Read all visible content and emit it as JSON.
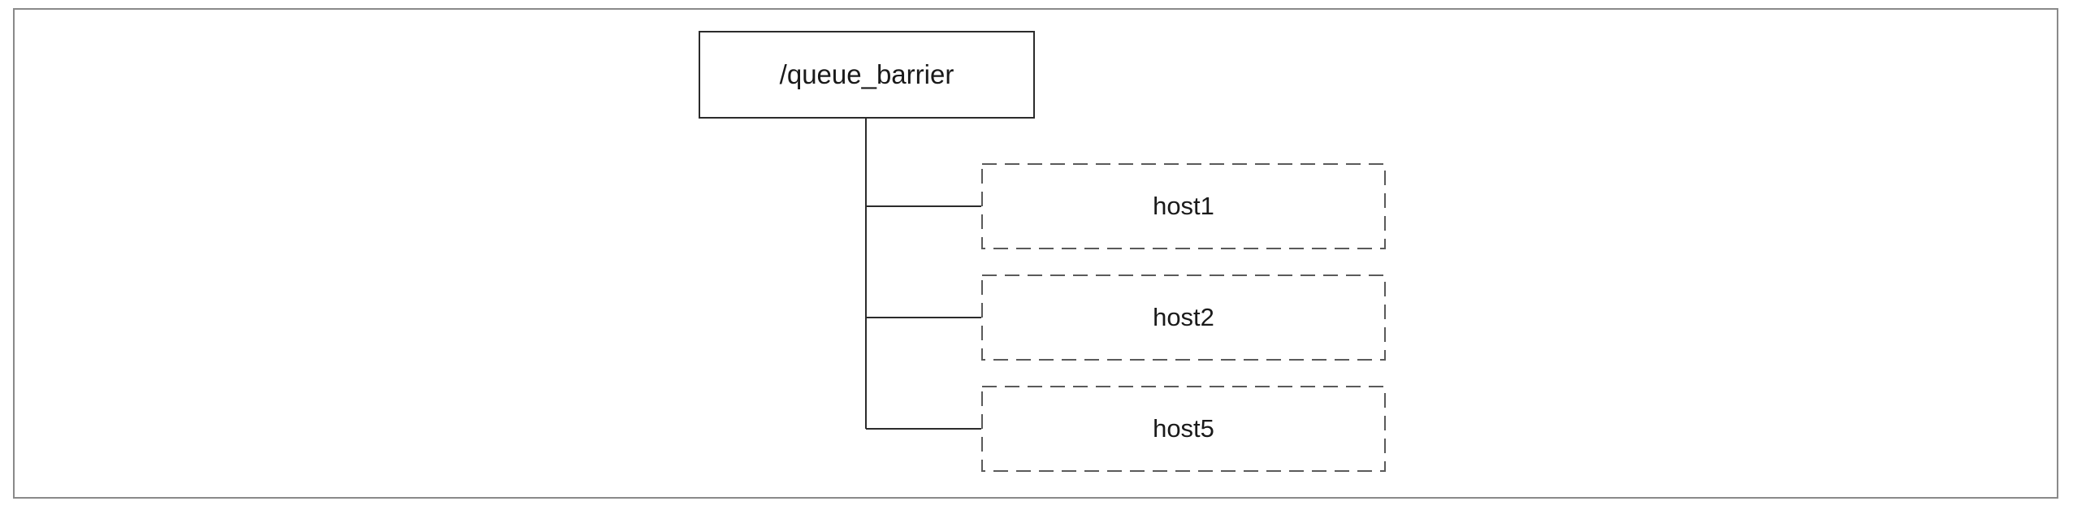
{
  "diagram": {
    "root": {
      "label": "/queue_barrier"
    },
    "children": [
      {
        "label": "host1"
      },
      {
        "label": "host2"
      },
      {
        "label": "host5"
      }
    ],
    "colors": {
      "frame": "#8a8a8a",
      "line": "#2b2b2b",
      "dashed_border": "#5a5a5a",
      "text": "#1a1a1a"
    }
  }
}
